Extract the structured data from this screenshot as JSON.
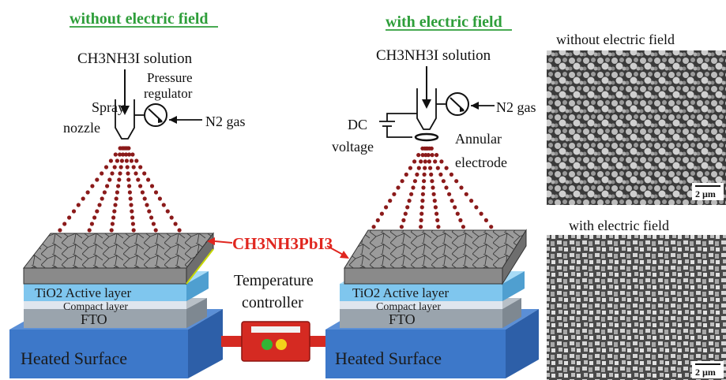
{
  "left_panel": {
    "heading": "without electric field",
    "solution_label": "CH3NH3I solution",
    "nozzle_label_1": "Spray",
    "nozzle_label_2": "nozzle",
    "regulator_label_1": "Pressure",
    "regulator_label_2": "regulator",
    "gas_label": "N2 gas"
  },
  "right_panel": {
    "heading": "with electric field",
    "solution_label": "CH3NH3I solution",
    "gas_label": "N2 gas",
    "dc_label_1": "DC",
    "dc_label_2": "voltage",
    "electrode_label_1": "Annular",
    "electrode_label_2": "electrode"
  },
  "stack_layers": {
    "active_layer": "TiO2 Active layer",
    "compact_layer": "Compact layer",
    "fto": "FTO",
    "heated_surface": "Heated Surface"
  },
  "perovskite_label": "CH3NH3PbI3",
  "controller": {
    "label_1": "Temperature",
    "label_2": "controller"
  },
  "micrographs": {
    "top_title": "without electric field",
    "bottom_title": "with electric field",
    "scale_bar": "2 µm"
  },
  "colors": {
    "heading_green": "#2e9e3a",
    "spray_dots": "#8b1a1a",
    "perovskite_red": "#e0261f",
    "heated_blue": "#3d78c9",
    "active_blue": "#7fc6ee",
    "fto_gray": "#9aa4ad",
    "controller_red": "#d52a22"
  }
}
